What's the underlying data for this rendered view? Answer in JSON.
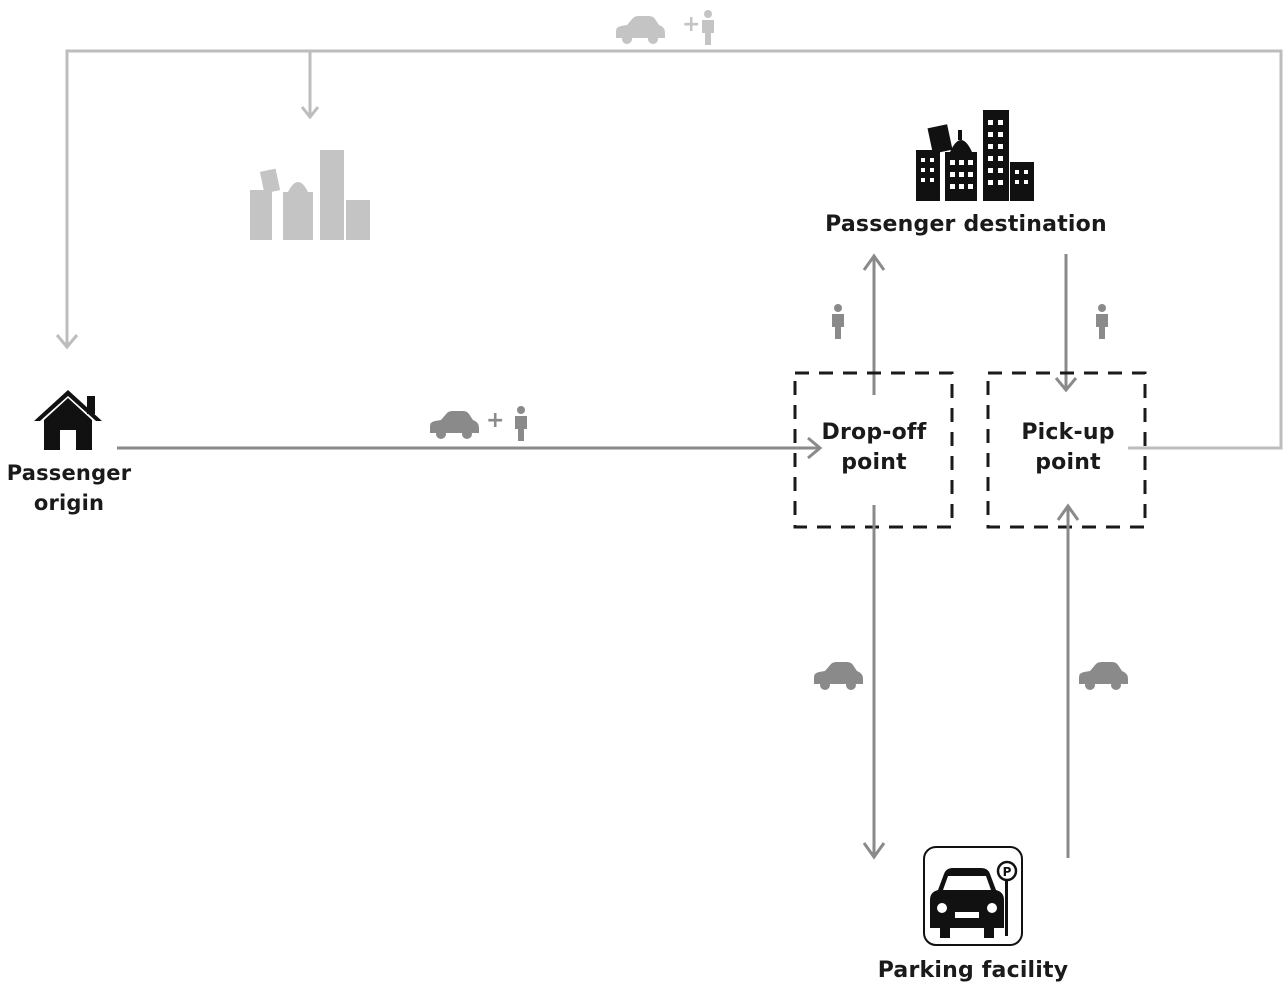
{
  "nodes": {
    "origin": {
      "line1": "Passenger",
      "line2": "origin",
      "icon": "house-icon"
    },
    "dropoff": {
      "line1": "Drop-off",
      "line2": "point"
    },
    "pickup": {
      "line1": "Pick-up",
      "line2": "point"
    },
    "destination": {
      "label": "Passenger destination",
      "icon": "city-icon"
    },
    "parking": {
      "label": "Parking facility",
      "icon": "parking-car-icon",
      "sign": "P"
    }
  },
  "edge_symbols": {
    "plus": "+",
    "car_icon": "car-icon",
    "person_icon": "person-icon"
  },
  "colors": {
    "text": "#1a1a1a",
    "icon_dark": "#111111",
    "arrow_mid": "#8a8a8a",
    "arrow_light": "#bdbdbd",
    "icon_mid": "#8a8a8a",
    "icon_light": "#c4c4c4"
  }
}
